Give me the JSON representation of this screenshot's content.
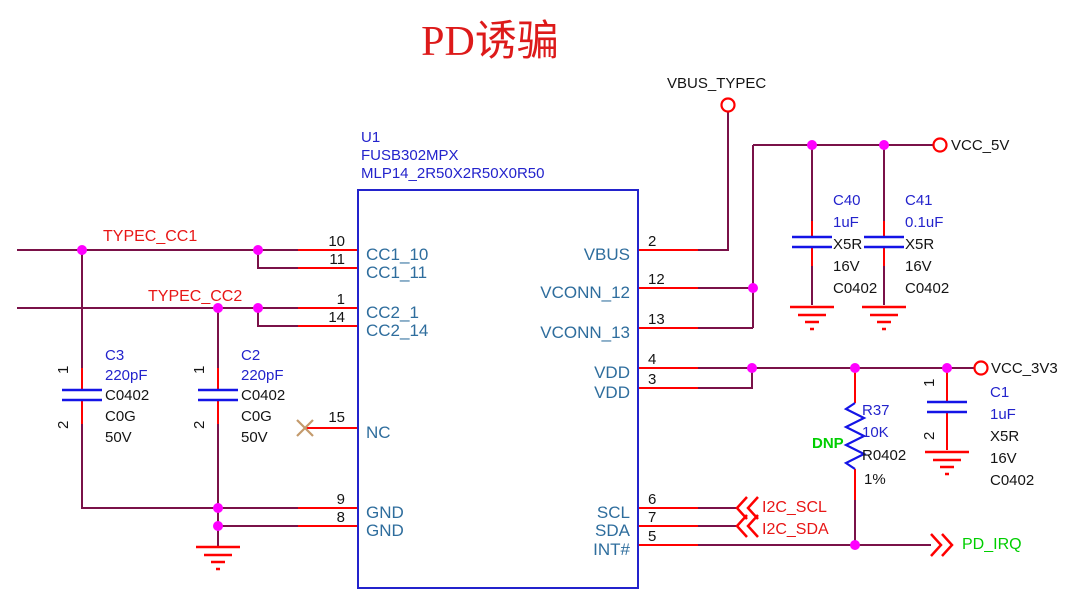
{
  "title": "PD诱骗",
  "colors": {
    "wire_maroon": "#7A1148",
    "pin_red": "#FF0000",
    "junction_magenta": "#FF00FF",
    "chip_outline_blue": "#2323CC",
    "pin_name_blue": "#2E6D9D",
    "designator_blue": "#2323CC",
    "symbol_blue": "#1414E6",
    "black_text": "#141414",
    "net_label_red": "#E81616",
    "signal_green": "#00CE00",
    "title_red": "#DD1A1A"
  },
  "chip": {
    "designator": "U1",
    "part_number": "FUSB302MPX",
    "footprint": "MLP14_2R50X2R50X0R50",
    "left_pins": [
      {
        "name": "CC1_10",
        "number": "10"
      },
      {
        "name": "CC1_11",
        "number": "11"
      },
      {
        "name": "CC2_1",
        "number": "1"
      },
      {
        "name": "CC2_14",
        "number": "14"
      },
      {
        "name": "NC",
        "number": "15"
      },
      {
        "name": "GND",
        "number": "9"
      },
      {
        "name": "GND",
        "number": "8"
      }
    ],
    "right_pins": [
      {
        "name": "VBUS",
        "number": "2"
      },
      {
        "name": "VCONN_12",
        "number": "12"
      },
      {
        "name": "VCONN_13",
        "number": "13"
      },
      {
        "name": "VDD",
        "number": "4"
      },
      {
        "name": "VDD",
        "number": "3"
      },
      {
        "name": "SCL",
        "number": "6"
      },
      {
        "name": "SDA",
        "number": "7"
      },
      {
        "name": "INT#",
        "number": "5"
      }
    ]
  },
  "components": {
    "c3": {
      "ref": "C3",
      "value": "220pF",
      "spec1": "C0402",
      "spec2": "C0G",
      "spec3": "50V",
      "pin1": "1",
      "pin2": "2"
    },
    "c2": {
      "ref": "C2",
      "value": "220pF",
      "spec1": "C0402",
      "spec2": "C0G",
      "spec3": "50V",
      "pin1": "1",
      "pin2": "2"
    },
    "c40": {
      "ref": "C40",
      "value": "1uF",
      "spec1": "X5R",
      "spec2": "16V",
      "spec3": "C0402"
    },
    "c41": {
      "ref": "C41",
      "value": "0.1uF",
      "spec1": "X5R",
      "spec2": "16V",
      "spec3": "C0402"
    },
    "c1": {
      "ref": "C1",
      "value": "1uF",
      "spec1": "X5R",
      "spec2": "16V",
      "spec3": "C0402",
      "pin1": "1",
      "pin2": "2"
    },
    "r37": {
      "ref": "R37",
      "value": "10K",
      "spec1": "R0402",
      "spec2": "1%",
      "dnp": "DNP"
    }
  },
  "net_labels": {
    "typec_cc1": "TYPEC_CC1",
    "typec_cc2": "TYPEC_CC2",
    "i2c_scl": "I2C_SCL",
    "i2c_sda": "I2C_SDA",
    "pd_irq": "PD_IRQ"
  },
  "power_ports": {
    "vbus_typec": "VBUS_TYPEC",
    "vcc_5v": "VCC_5V",
    "vcc_3v3": "VCC_3V3"
  }
}
